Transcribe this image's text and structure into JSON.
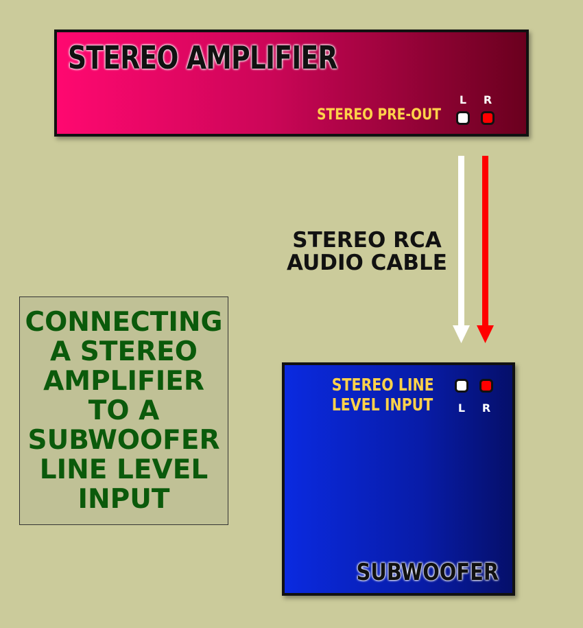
{
  "amplifier": {
    "title": "STEREO AMPLIFIER",
    "output_label": "STEREO PRE-OUT",
    "left_channel": "L",
    "right_channel": "R"
  },
  "cable": {
    "line1": "STEREO RCA",
    "line2": "AUDIO CABLE"
  },
  "subwoofer": {
    "title": "SUBWOOFER",
    "input_line1": "STEREO LINE",
    "input_line2": "LEVEL INPUT",
    "left_channel": "L",
    "right_channel": "R"
  },
  "caption": {
    "lines": [
      "CONNECTING",
      "A STEREO",
      "AMPLIFIER",
      "TO A",
      "SUBWOOFER",
      "LINE LEVEL",
      "INPUT"
    ]
  },
  "colors": {
    "background": "#cbcb9b",
    "amplifier": "#ff0870",
    "subwoofer": "#0a2ae0",
    "label_yellow": "#ffd24a",
    "caption_green": "#0b5a0b",
    "left_channel": "#ffffff",
    "right_channel": "#ff0000"
  }
}
